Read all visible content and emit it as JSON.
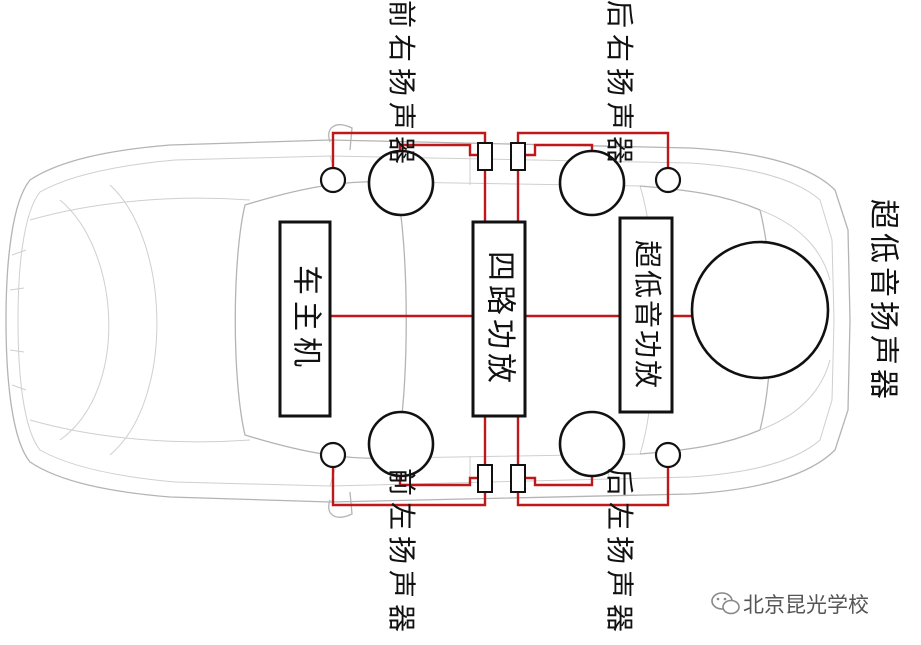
{
  "labels": {
    "front_right": "前右扬声器",
    "rear_right": "后右扬声器",
    "front_left": "前左扬声器",
    "rear_left": "后左扬声器",
    "subwoofer": "超低音扬声器"
  },
  "boxes": {
    "head_unit": "车主机",
    "four_channel_amp": "四路功放",
    "subwoofer_amp": "超低音功放"
  },
  "watermark": "北京昆光学校",
  "colors": {
    "wire": "#c0181a",
    "outline": "#111111",
    "car_body": "#b4b4b4"
  }
}
